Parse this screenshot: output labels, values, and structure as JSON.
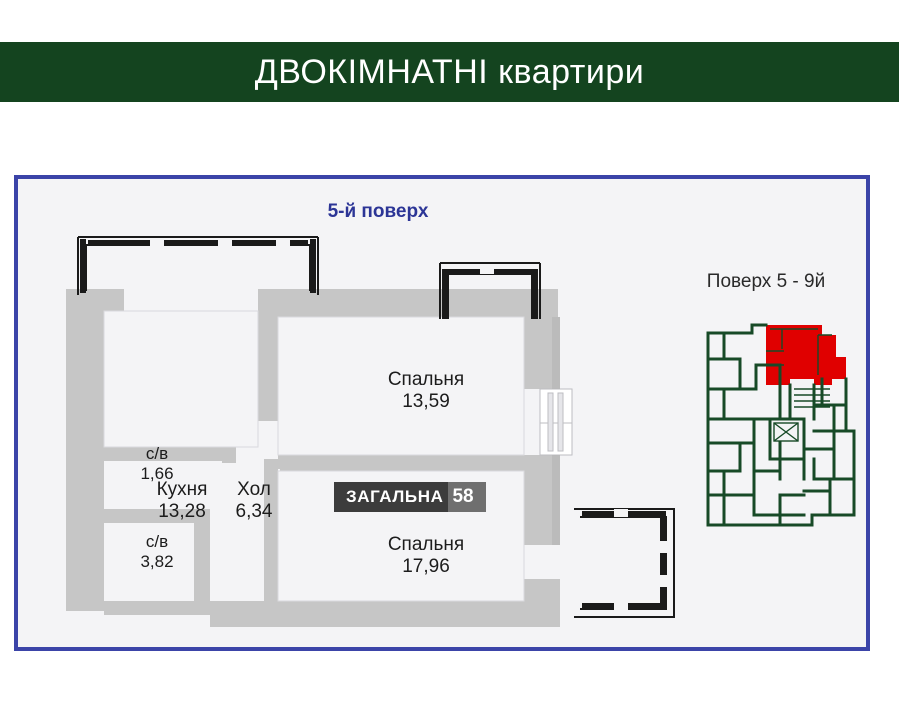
{
  "header": {
    "title": "ДВОКІМНАТНІ квартири",
    "background_color": "#14441f",
    "text_color": "#ffffff"
  },
  "panel": {
    "border_color": "#3b44a8",
    "background_color": "#f4f4f6",
    "floor_title": "5-й поверх",
    "floor_title_color": "#2c3596",
    "keyplan_caption": "Поверх 5 - 9й"
  },
  "floorplan": {
    "wall_color": "#c6c6c6",
    "interior_color": "#f4f4f6",
    "glazing_color": "#1a1a1a",
    "rooms": [
      {
        "name": "Кухня",
        "area": "13,28"
      },
      {
        "name": "с/в",
        "area": "1,66"
      },
      {
        "name": "с/в",
        "area": "3,82"
      },
      {
        "name": "Хол",
        "area": "6,34"
      },
      {
        "name": "Спальня",
        "area": "13,59"
      },
      {
        "name": "Спальня",
        "area": "17,96"
      }
    ],
    "total": {
      "label": "ЗАГАЛЬНА",
      "value": "58",
      "badge_color": "#3c3c3c",
      "value_badge_color": "#6f6f6f"
    }
  },
  "keyplan": {
    "wall_color": "#174a27",
    "highlight_color": "#e00000",
    "background_color": "#f4f4f6"
  }
}
